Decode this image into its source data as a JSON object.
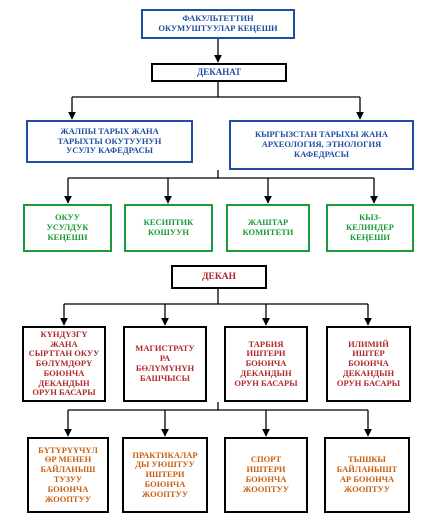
{
  "faculty": [
    "ФАКУЛЬТЕТТИН",
    "ОКУМУШТУУЛАР КЕҢЕШИ"
  ],
  "dekanat": [
    "ДЕКАНАТ"
  ],
  "departments": [
    [
      "ЖАЛПЫ ТАРЫХ ЖАНА",
      "ТАРЫХТЫ ОКУТУУНУН",
      "УСУЛУ КАФЕДРАСЫ"
    ],
    [
      "КЫРГЫЗСТАН ТАРЫХЫ ЖАНА",
      "АРХЕОЛОГИЯ, ЭТНОЛОГИЯ",
      "КАФЕДРАСЫ"
    ]
  ],
  "councils": [
    [
      "ОКУУ",
      "УСУЛДУК",
      "КЕҢЕШИ"
    ],
    [
      "КЕСИПТИК",
      "КОШУУН"
    ],
    [
      "ЖАШТАР",
      "КОМИТЕТИ"
    ],
    [
      "КЫЗ-",
      "КЕЛИНДЕР",
      "КЕҢЕШИ"
    ]
  ],
  "dekan": [
    "ДЕКАН"
  ],
  "deputies": [
    [
      "КҮНДҮЗГҮ",
      "ЖАНА",
      "СЫРТТАН ОКУУ",
      "БӨЛҮМДӨРҮ",
      "БОЮНЧА",
      "ДЕКАНДЫН",
      "ОРУН БАСАРЫ"
    ],
    [
      "МАГИСТРАТУ",
      "РА",
      "БӨЛҮМҮНҮН",
      "БАШЧЫСЫ"
    ],
    [
      "ТАРБИЯ",
      "ИШТЕРИ",
      "БОЮНЧА",
      "ДЕКАНДЫН",
      "ОРУН БАСАРЫ"
    ],
    [
      "ИЛИМИЙ",
      "ИШТЕР",
      "БОЮНЧА",
      "ДЕКАНДЫН",
      "ОРУН БАСАРЫ"
    ]
  ],
  "coordinators": [
    [
      "БҮТҮРҮҮЧҮЛ",
      "ӨР МЕНЕН",
      "БАЙЛАНЫШ",
      "ТУЗУУ",
      "БОЮНЧА",
      "ЖООПТУУ"
    ],
    [
      "ПРАКТИКАЛАР",
      "ДЫ УЮШТУУ",
      "ИШТЕРИ",
      "БОЮНЧА",
      "ЖООПТУУ"
    ],
    [
      "СПОРТ",
      "ИШТЕРИ",
      "БОЮНЧА",
      "ЖООПТУУ"
    ],
    [
      "ТЫШКЫ",
      "БАЙЛАНЫШТ",
      "АР БОЮНЧА",
      "ЖООПТУУ"
    ]
  ],
  "colors": {
    "level1_text": "#1f4ea3",
    "level2_text": "#1a9a3a",
    "level3_text": "#b0282c",
    "level4_text": "#c86010",
    "lines": "#000000"
  }
}
